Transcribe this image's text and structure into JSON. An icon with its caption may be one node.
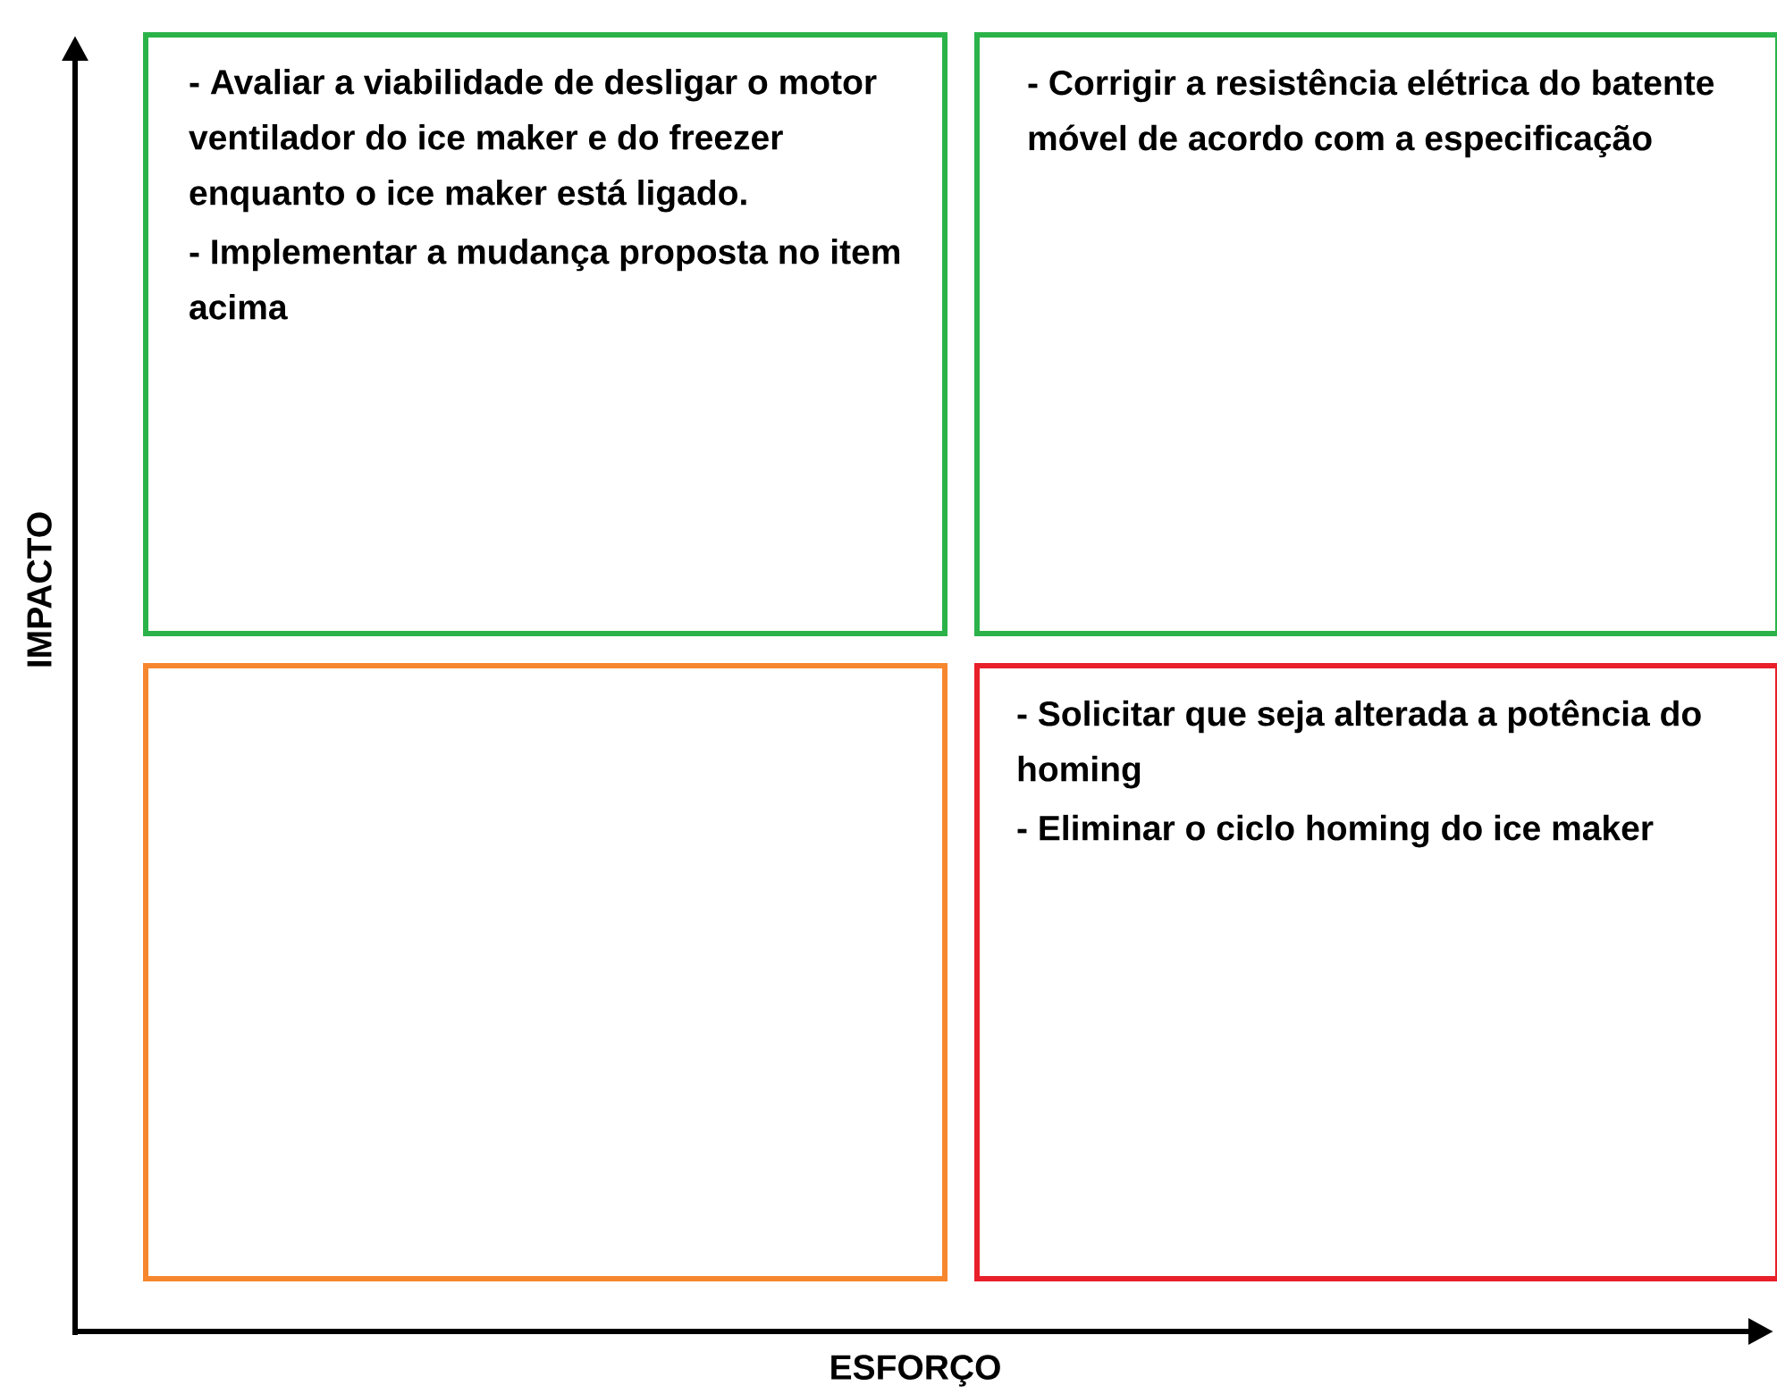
{
  "diagram": {
    "nodes": [
      {
        "text": [
          "- Avaliar a viabilidade de desligar o motor ventilador do ice maker e do freezer enquanto o ice maker está ligado.",
          "- Implementar a mudança proposta no item acima"
        ]
      },
      {
        "text": [
          "- Corrigir a resistência elétrica do batente móvel de acordo com a especificação"
        ]
      },
      {
        "text": [],
        "shape": "box"
      },
      {
        "text": [
          "- Solicitar que seja alterada a potência do homing",
          "- Eliminar o ciclo homing do ice maker"
        ]
      }
    ],
    "labels": [
      "IMPACTO",
      "ESFORÇO"
    ]
  }
}
